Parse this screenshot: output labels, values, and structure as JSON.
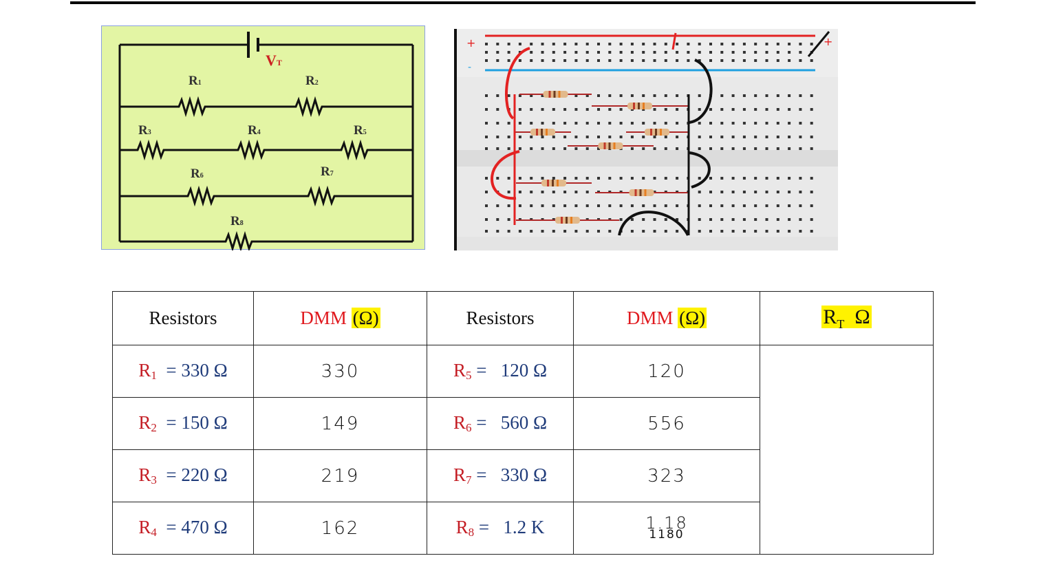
{
  "schematic": {
    "source_label": "V",
    "source_sub": "T",
    "resistors": [
      {
        "name": "R",
        "sub": "1"
      },
      {
        "name": "R",
        "sub": "2"
      },
      {
        "name": "R",
        "sub": "3"
      },
      {
        "name": "R",
        "sub": "4"
      },
      {
        "name": "R",
        "sub": "5"
      },
      {
        "name": "R",
        "sub": "6"
      },
      {
        "name": "R",
        "sub": "7"
      },
      {
        "name": "R",
        "sub": "8"
      }
    ]
  },
  "breadboard": {
    "rail_plus": "+",
    "rail_minus": "-",
    "colors": {
      "red_wire": "#e32222",
      "blue_rail": "#1fa0e0",
      "black_wire": "#111111"
    }
  },
  "table": {
    "headers": {
      "resistors_1": "Resistors",
      "dmm_1": "DMM",
      "dmm_1_unit": "(Ω)",
      "resistors_2": "Resistors",
      "dmm_2": "DMM",
      "dmm_2_unit": "(Ω)",
      "rt_name": "R",
      "rt_sub": "T",
      "rt_unit": "Ω"
    },
    "rows": [
      {
        "left_name": "R",
        "left_sub": "1",
        "left_eq": "= 330 Ω",
        "left_dmm": "330",
        "right_name": "R",
        "right_sub": "5",
        "right_eq": "=   120 Ω",
        "right_dmm": "120"
      },
      {
        "left_name": "R",
        "left_sub": "2",
        "left_eq": "= 150 Ω",
        "left_dmm": "149",
        "right_name": "R",
        "right_sub": "6",
        "right_eq": "=   560 Ω",
        "right_dmm": "556"
      },
      {
        "left_name": "R",
        "left_sub": "3",
        "left_eq": "= 220 Ω",
        "left_dmm": "219",
        "right_name": "R",
        "right_sub": "7",
        "right_eq": "=   330 Ω",
        "right_dmm": "323"
      },
      {
        "left_name": "R",
        "left_sub": "4",
        "left_eq": "= 470 Ω",
        "left_dmm": "162",
        "right_name": "R",
        "right_sub": "8",
        "right_eq": "=   1.2 K",
        "right_dmm": "1.18",
        "right_dmm_extra": "1180"
      }
    ],
    "rt_value": ""
  }
}
